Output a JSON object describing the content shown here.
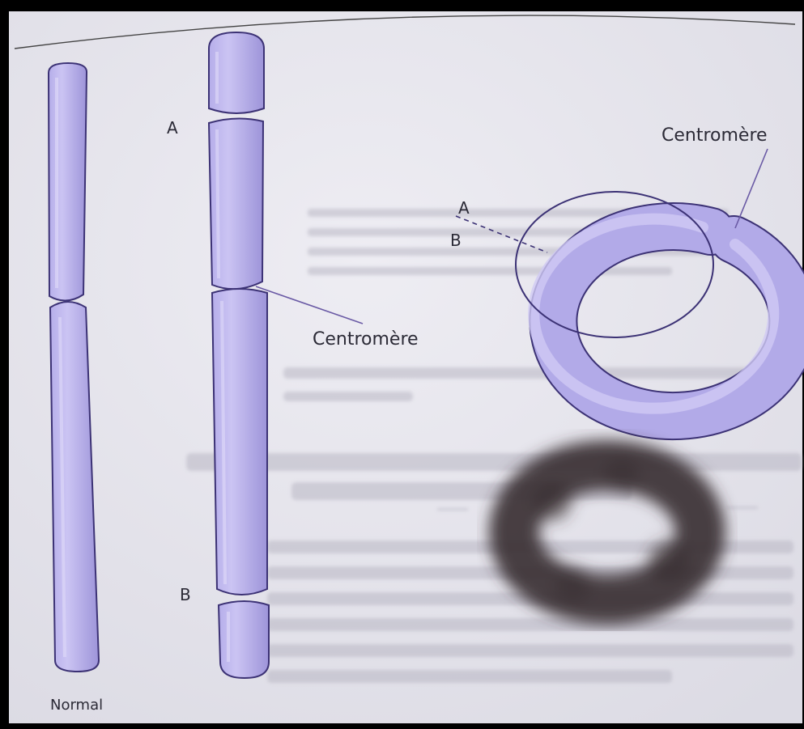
{
  "labels": {
    "normal": "Normal",
    "break_a": "A",
    "break_b": "B",
    "centromere_linear": "Centromère",
    "ring_a": "A",
    "ring_b": "B",
    "centromere_ring": "Centromère"
  },
  "colors": {
    "chromosome_fill": "#a8a0e0",
    "chromosome_highlight": "#c9c2f2",
    "chromosome_stroke": "#3c3275",
    "page_background": "#e7e6ee",
    "frame": "#000000",
    "label_text": "#2b2a36",
    "leader_line": "#6a5aa5",
    "micrograph_ring": "#3a3034"
  }
}
